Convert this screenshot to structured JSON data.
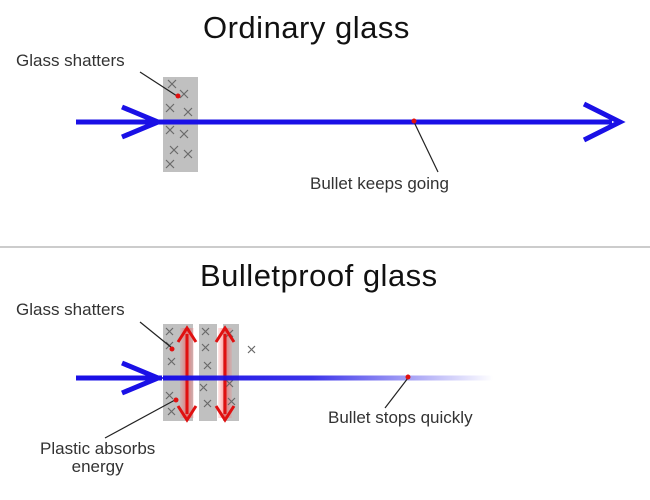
{
  "top_panel": {
    "title": "Ordinary glass",
    "glass_label": "Glass shatters",
    "bullet_label": "Bullet keeps going"
  },
  "bottom_panel": {
    "title": "Bulletproof glass",
    "glass_label": "Glass shatters",
    "bullet_label": "Bullet stops quickly",
    "plastic_label_line1": "Plastic absorbs",
    "plastic_label_line2": "energy"
  },
  "colors": {
    "bullet_path": "#1a10e6",
    "glass_fill": "#c0c0c0",
    "crack": "#6a6a6a",
    "plastic_arrow": "#e01010",
    "bullet_dot": "#e01010",
    "divider": "#bbbbbb"
  }
}
